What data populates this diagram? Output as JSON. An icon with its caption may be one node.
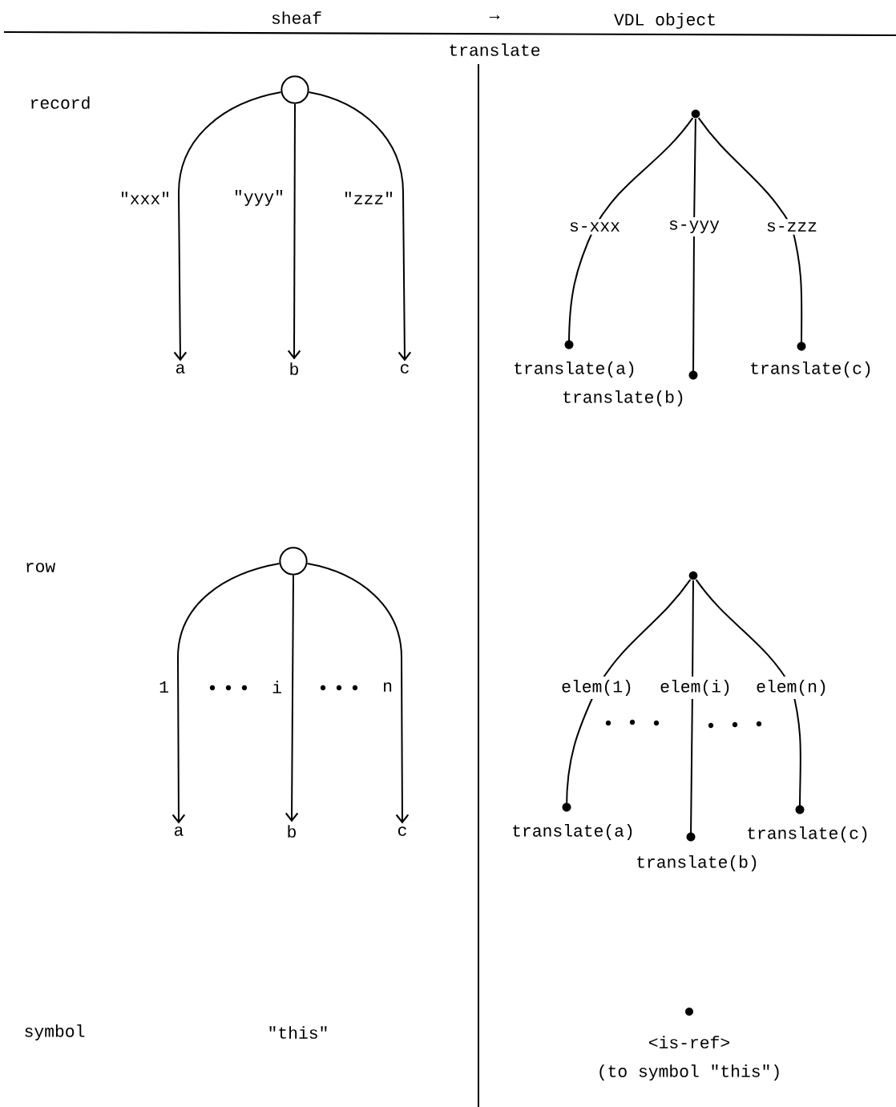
{
  "diagram": {
    "nodes": [
      {
        "text": [],
        "shape": "circle"
      },
      {
        "text": [
          "a"
        ]
      },
      {
        "text": [
          "b"
        ]
      },
      {
        "text": [
          "c"
        ]
      },
      {
        "text": [],
        "shape": "dot"
      },
      {
        "text": [
          "translate(a)"
        ]
      },
      {
        "text": [
          "translate(b)"
        ]
      },
      {
        "text": [
          "translate(c)"
        ]
      },
      {
        "text": [],
        "shape": "circle"
      },
      {
        "text": [
          "a"
        ]
      },
      {
        "text": [
          "b"
        ]
      },
      {
        "text": [
          "c"
        ]
      },
      {
        "text": [],
        "shape": "dot"
      },
      {
        "text": [
          "translate(a)"
        ]
      },
      {
        "text": [
          "translate(b)"
        ]
      },
      {
        "text": [
          "translate(c)"
        ]
      }
    ],
    "edges": [
      {
        "from": 0,
        "to": 1,
        "arrow": "to",
        "label": "\"xxx\""
      },
      {
        "from": 0,
        "to": 2,
        "arrow": "to",
        "label": "\"yyy\""
      },
      {
        "from": 0,
        "to": 3,
        "arrow": "to",
        "label": "\"zzz\""
      },
      {
        "from": 4,
        "to": 5,
        "arrow": "none",
        "label": "s-xxx"
      },
      {
        "from": 4,
        "to": 6,
        "arrow": "none",
        "label": "s-yyy"
      },
      {
        "from": 4,
        "to": 7,
        "arrow": "none",
        "label": "s-zzz"
      },
      {
        "from": 8,
        "to": 9,
        "arrow": "to",
        "label": "1"
      },
      {
        "from": 8,
        "to": 10,
        "arrow": "to",
        "label": "i"
      },
      {
        "from": 8,
        "to": 11,
        "arrow": "to",
        "label": "n"
      },
      {
        "from": 12,
        "to": 13,
        "arrow": "none",
        "label": "elem(1)"
      },
      {
        "from": 12,
        "to": 14,
        "arrow": "none",
        "label": "elem(i)"
      },
      {
        "from": 12,
        "to": 15,
        "arrow": "none",
        "label": "elem(n)"
      }
    ],
    "labels": [
      "sheaf",
      "→",
      "VDL object",
      "translate",
      "record",
      "row",
      "symbol",
      "\"this\"",
      "<is-ref>",
      "(to symbol \"this\")"
    ]
  }
}
